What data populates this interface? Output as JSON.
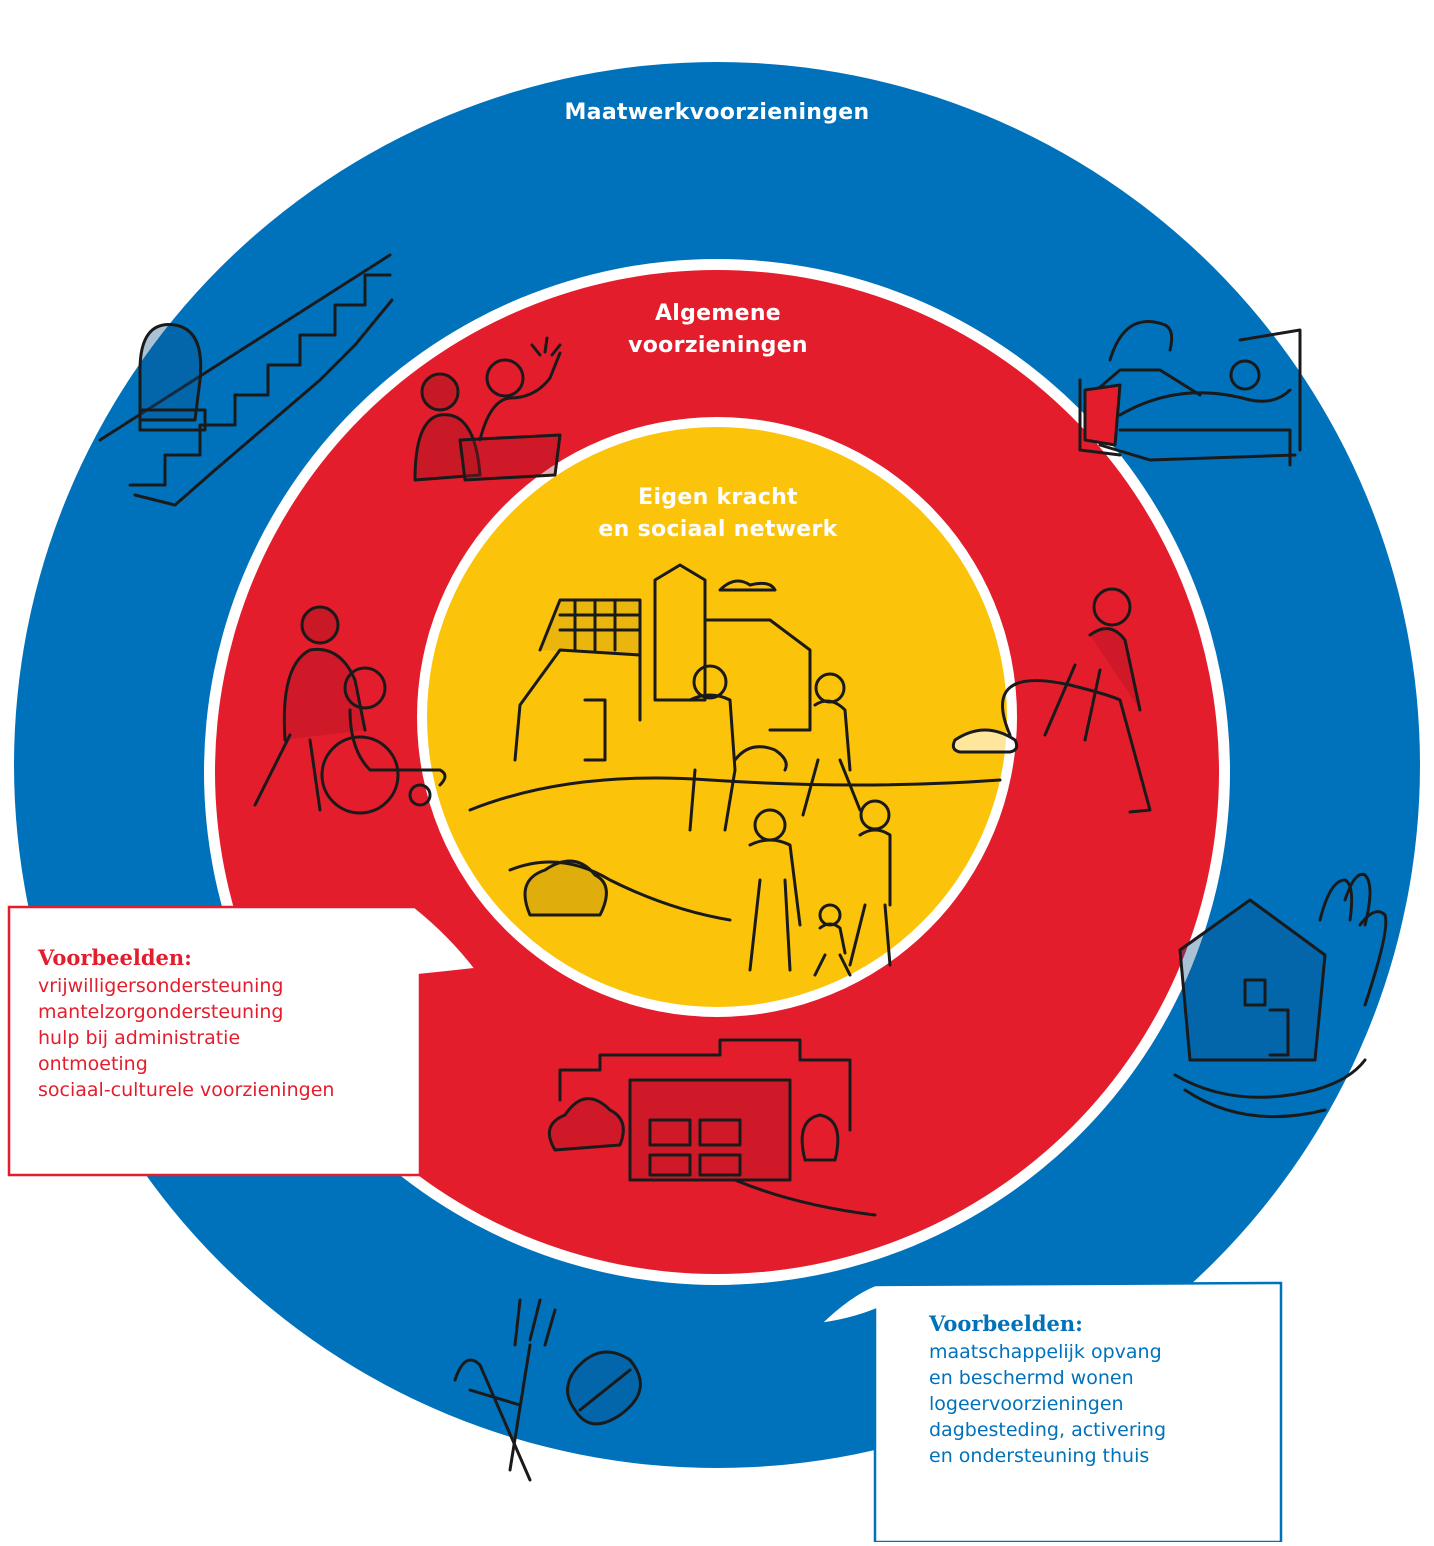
{
  "colors": {
    "outer_ring": "#0072bc",
    "middle_ring": "#e41d2d",
    "inner_circle": "#fcc30b",
    "separator": "#ffffff",
    "sketch_line": "#1a1a1a"
  },
  "rings": {
    "outer": {
      "label": "Maatwerkvoorzieningen"
    },
    "middle": {
      "label_lines": [
        "Algemene",
        "voorzieningen"
      ]
    },
    "inner": {
      "label_lines": [
        "Eigen kracht",
        "en sociaal netwerk"
      ]
    }
  },
  "callouts": {
    "left": {
      "heading": "Voorbeelden:",
      "items": [
        "vrijwilligersondersteuning",
        "mantelzorgondersteuning",
        "hulp bij administratie",
        "ontmoeting",
        "sociaal-culturele voorzieningen"
      ]
    },
    "right": {
      "heading": "Voorbeelden:",
      "items": [
        "maatschappelijk opvang",
        "en beschermd wonen",
        "logeervoorzieningen",
        "dagbesteding, activering",
        "en ondersteuning thuis"
      ]
    }
  },
  "illustrations": [
    "stairlift-icon",
    "bedridden-care-icon",
    "conversation-people-icon",
    "wheelchair-assist-icon",
    "vacuum-cleaning-icon",
    "house-in-hands-icon",
    "community-building-icon",
    "garden-tools-icon",
    "village-community-icon"
  ]
}
